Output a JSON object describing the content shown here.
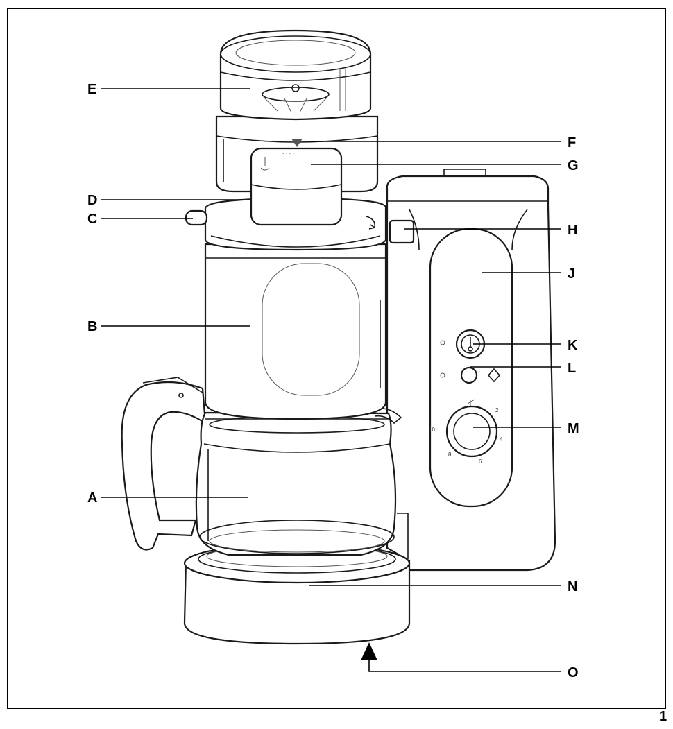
{
  "page_number": "1",
  "labels": [
    {
      "id": "E",
      "text": "E"
    },
    {
      "id": "F",
      "text": "F"
    },
    {
      "id": "G",
      "text": "G"
    },
    {
      "id": "D",
      "text": "D"
    },
    {
      "id": "C",
      "text": "C"
    },
    {
      "id": "H",
      "text": "H"
    },
    {
      "id": "J",
      "text": "J"
    },
    {
      "id": "B",
      "text": "B"
    },
    {
      "id": "K",
      "text": "K"
    },
    {
      "id": "L",
      "text": "L"
    },
    {
      "id": "M",
      "text": "M"
    },
    {
      "id": "A",
      "text": "A"
    },
    {
      "id": "N",
      "text": "N"
    },
    {
      "id": "O",
      "text": "O"
    }
  ],
  "dial_ticks": [
    "2",
    "4",
    "6",
    "8",
    "10"
  ]
}
